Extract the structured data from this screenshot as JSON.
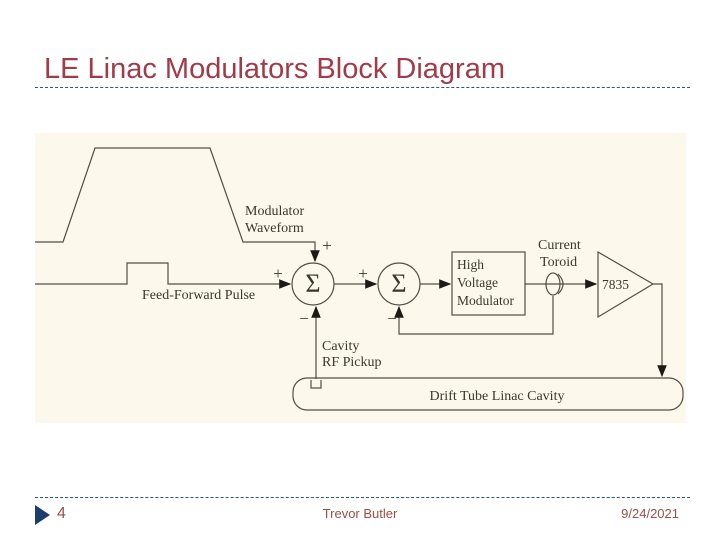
{
  "slide": {
    "title": "LE Linac Modulators Block Diagram",
    "footer": {
      "page_number": "4",
      "author": "Trevor Butler",
      "date": "9/24/2021"
    }
  },
  "diagram": {
    "labels": {
      "modulator_waveform": {
        "line1": "Modulator",
        "line2": "Waveform"
      },
      "feed_forward_pulse": "Feed-Forward Pulse",
      "cavity_rf_pickup": {
        "line1": "Cavity",
        "line2": "RF Pickup"
      },
      "current_toroid": {
        "line1": "Current",
        "line2": "Toroid"
      },
      "high_voltage_modulator": {
        "line1": "High",
        "line2": "Voltage",
        "line3": "Modulator"
      },
      "amplifier": "7835",
      "cavity": "Drift Tube Linac Cavity"
    },
    "symbols": {
      "sum": "Σ",
      "plus": "+",
      "minus": "−"
    },
    "colors": {
      "panel_background": "#FCF9EC",
      "line": "#524E45",
      "text": "#3B372C",
      "arrowhead": "#1D1B16"
    }
  },
  "theme": {
    "title_color": "#A23B49",
    "footer_text_color": "#9C4F45",
    "dashed_rule_color": "#2B5876",
    "bullet_color": "#1E3C6E"
  }
}
